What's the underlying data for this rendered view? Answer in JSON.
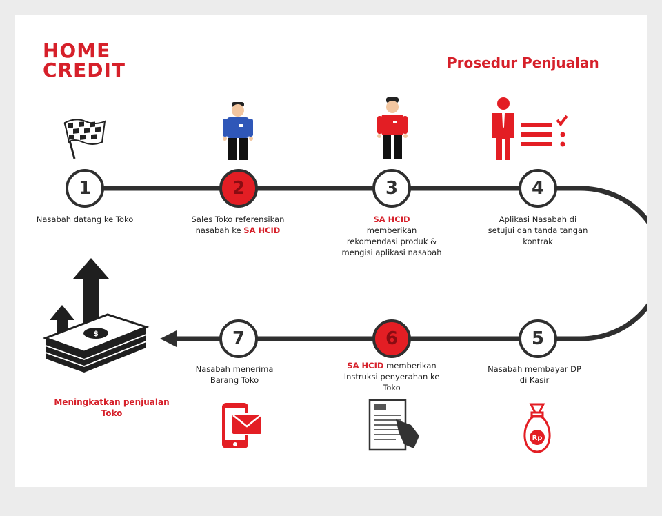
{
  "logo": {
    "line1": "HOME",
    "line2": "CREDIT"
  },
  "title": "Prosedur Penjualan",
  "steps": [
    {
      "number": "1",
      "highlighted": false,
      "text": "Nasabah datang ke Toko"
    },
    {
      "number": "2",
      "highlighted": true,
      "text_a": "Sales Toko referensikan nasabah ke",
      "text_hl": "SA HCID"
    },
    {
      "number": "3",
      "highlighted": false,
      "text_hl": "SA HCID",
      "text_b": "memberikan rekomendasi produk & mengisi aplikasi nasabah"
    },
    {
      "number": "4",
      "highlighted": false,
      "text": "Aplikasi Nasabah di setujui dan tanda tangan kontrak"
    },
    {
      "number": "5",
      "highlighted": false,
      "text": "Nasabah membayar DP di Kasir"
    },
    {
      "number": "6",
      "highlighted": true,
      "text_hl": "SA HCID",
      "text_b": "memberikan Instruksi penyerahan ke Toko"
    },
    {
      "number": "7",
      "highlighted": false,
      "text": "Nasabah menerima Barang Toko"
    }
  ],
  "goal": "Meningkatkan penjualan Toko",
  "money_bag_label": "Rp",
  "colors": {
    "brand_red": "#d6202a",
    "step_red": "#e31e24",
    "track": "#2f2f2f"
  },
  "icons": [
    "checkered-flag-icon",
    "sales-person-icon",
    "hcid-agent-icon",
    "approval-checklist-icon",
    "money-bag-icon",
    "document-instruction-icon",
    "phone-message-icon",
    "money-growth-icon"
  ]
}
